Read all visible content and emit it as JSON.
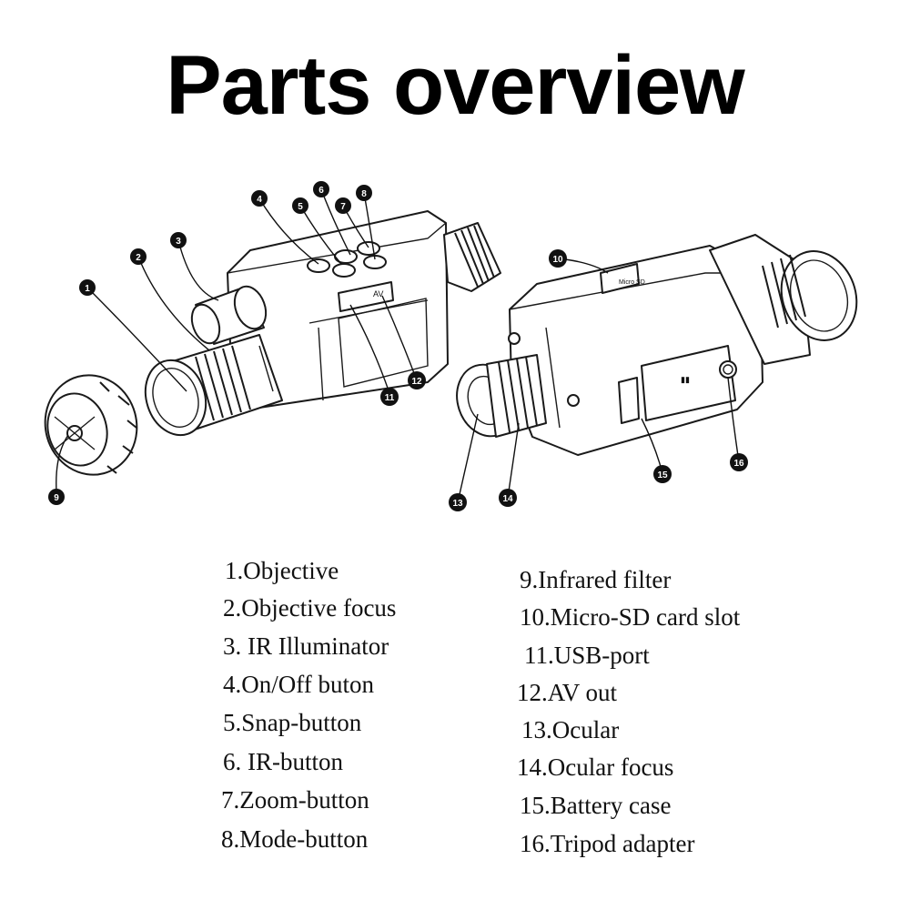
{
  "title": "Parts overview",
  "callouts": [
    "1",
    "2",
    "3",
    "4",
    "5",
    "6",
    "7",
    "8",
    "9",
    "10",
    "11",
    "12",
    "13",
    "14",
    "15",
    "16"
  ],
  "device_text": {
    "av": "AV",
    "micro_sd": "Micro SD"
  },
  "legend_left": [
    "1.Objective",
    "2.Objective  focus",
    "3. IR Illuminator",
    "4.On/Off  buton",
    "5.Snap-button",
    "6. IR-button",
    "7.Zoom-button",
    "8.Mode-button"
  ],
  "legend_right": [
    "9.Infrared filter",
    "10.Micro-SD card slot",
    "11.USB-port",
    "12.AV  out",
    "13.Ocular",
    "14.Ocular  focus",
    "15.Battery  case",
    "16.Tripod  adapter"
  ]
}
